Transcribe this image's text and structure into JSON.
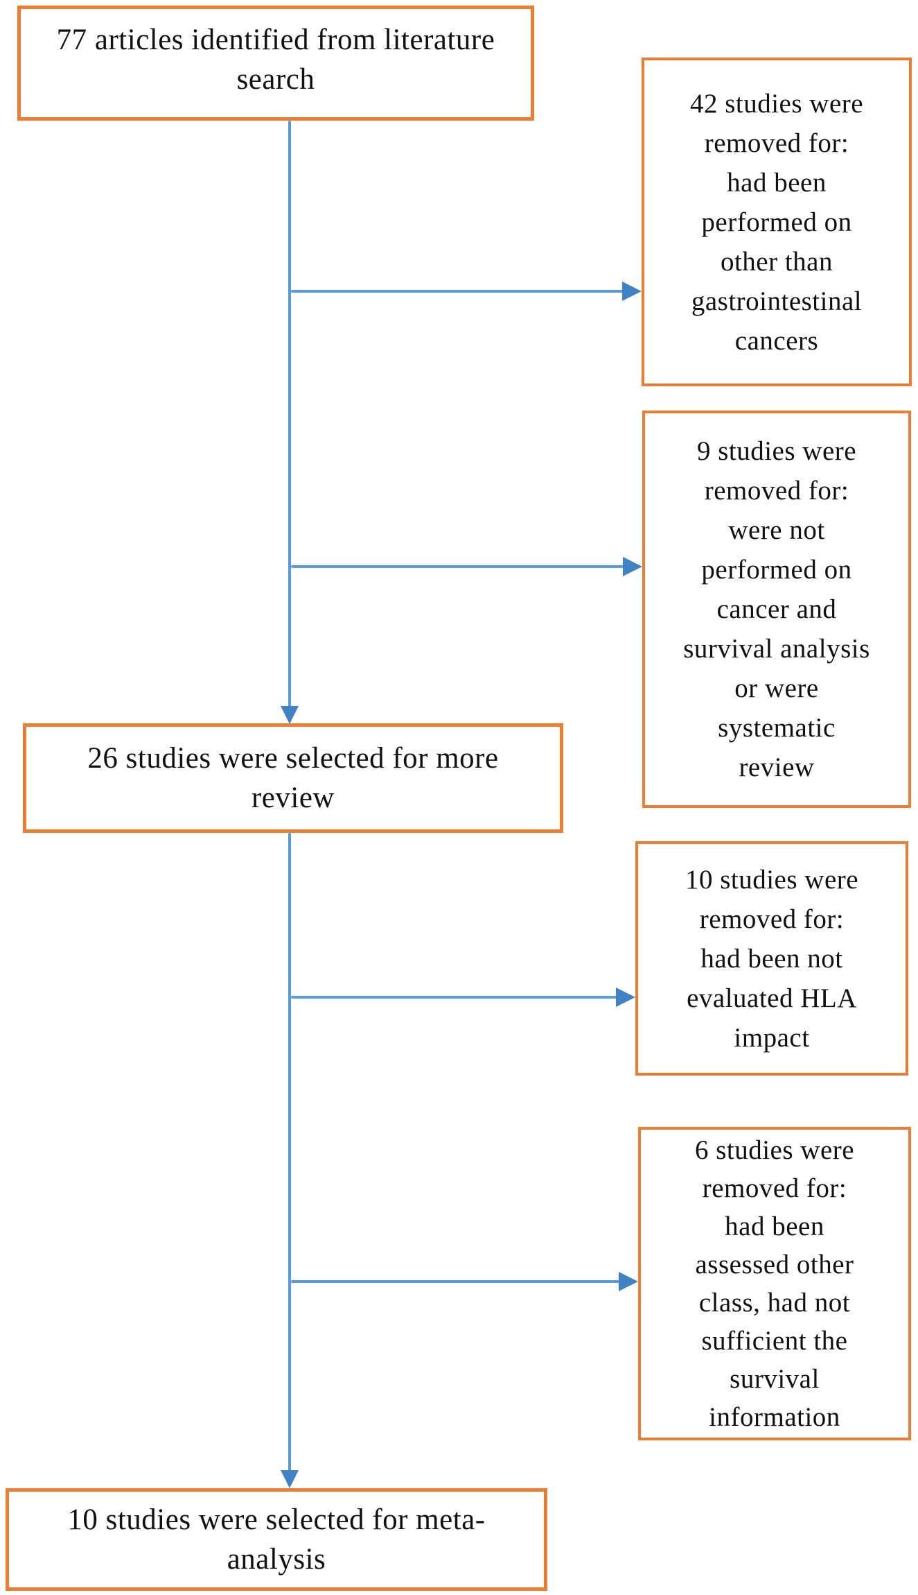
{
  "diagram": {
    "type": "flowchart",
    "colors": {
      "box_border": "#ED7D31",
      "connector_line": "#5B9BD5",
      "arrow_head": "#4182C4",
      "text": "#111111",
      "background": "#FFFFFF"
    },
    "boxes": {
      "identified": {
        "lines": [
          "77 articles identified from literature",
          "search"
        ]
      },
      "excluded_other_cancers": {
        "lines": [
          "42 studies were",
          "removed for:",
          "had been",
          "performed on",
          "other than",
          "gastrointestinal",
          "cancers"
        ]
      },
      "excluded_not_survival": {
        "lines": [
          "9 studies were",
          "removed for:",
          "were not",
          "performed on",
          "cancer and",
          "survival analysis",
          "or were",
          "systematic",
          "review"
        ]
      },
      "selected_review": {
        "lines": [
          "26 studies were selected for more",
          "review"
        ]
      },
      "excluded_hla": {
        "lines": [
          "10 studies were",
          "removed for:",
          "had been not",
          "evaluated HLA",
          "impact"
        ]
      },
      "excluded_class": {
        "lines": [
          "6 studies were",
          "removed for:",
          "had been",
          "assessed other",
          "class, had not",
          "sufficient the",
          "survival",
          "information"
        ]
      },
      "selected_meta": {
        "lines": [
          "10 studies were selected for meta-",
          "analysis"
        ]
      }
    }
  }
}
